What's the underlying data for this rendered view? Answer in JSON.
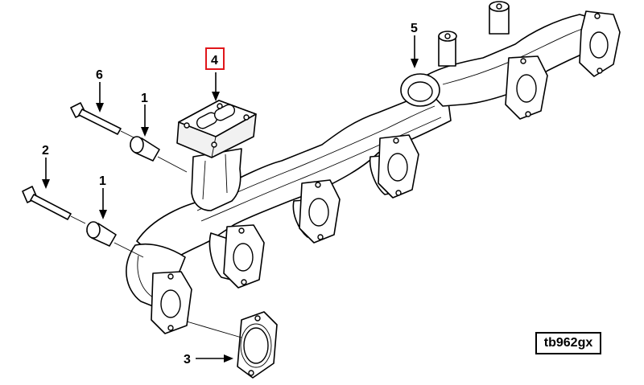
{
  "callouts": {
    "c1_upper": "1",
    "c1_lower": "1",
    "c2": "2",
    "c3": "3",
    "c4": "4",
    "c5": "5",
    "c6": "6"
  },
  "reference_code": "tb962gx",
  "highlight_color": "#e0161b"
}
